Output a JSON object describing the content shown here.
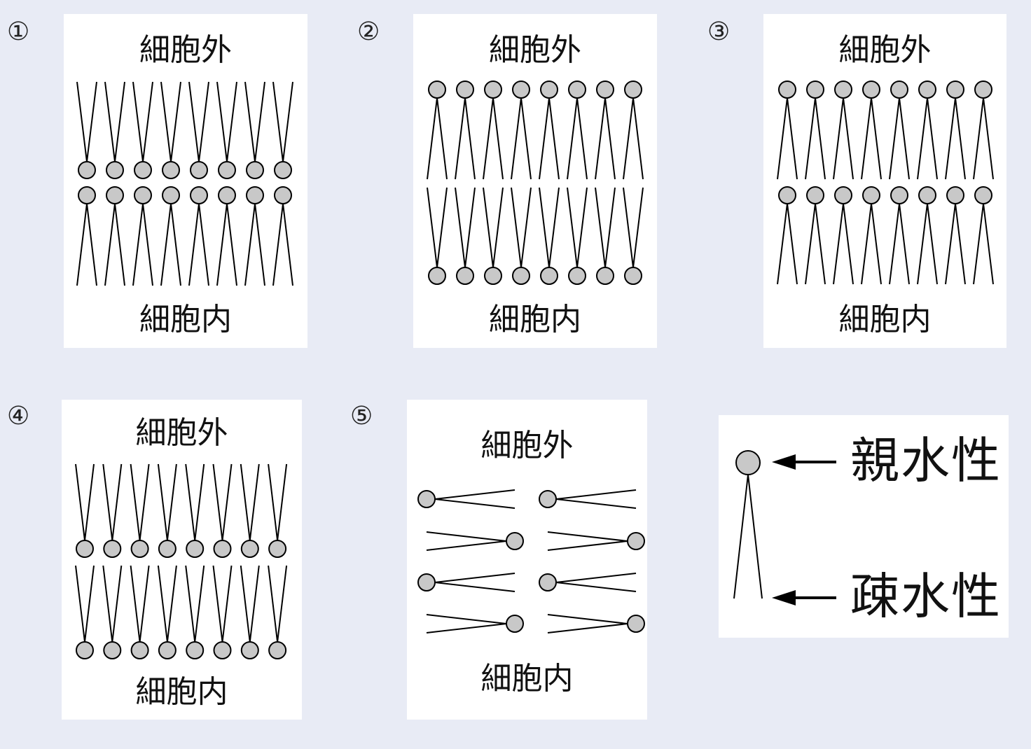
{
  "options": [
    {
      "number": "①",
      "outside_label": "細胞外",
      "inside_label": "細胞内"
    },
    {
      "number": "②",
      "outside_label": "細胞外",
      "inside_label": "細胞内"
    },
    {
      "number": "③",
      "outside_label": "細胞外",
      "inside_label": "細胞内"
    },
    {
      "number": "④",
      "outside_label": "細胞外",
      "inside_label": "細胞内"
    },
    {
      "number": "⑤",
      "outside_label": "細胞外",
      "inside_label": "細胞内"
    }
  ],
  "legend": {
    "hydrophilic_label": "親水性",
    "hydrophobic_label": "疎水性"
  },
  "colors": {
    "background": "#e8ebf5",
    "panel": "#ffffff",
    "head_fill": "#c8c8c8",
    "stroke": "#000000"
  }
}
